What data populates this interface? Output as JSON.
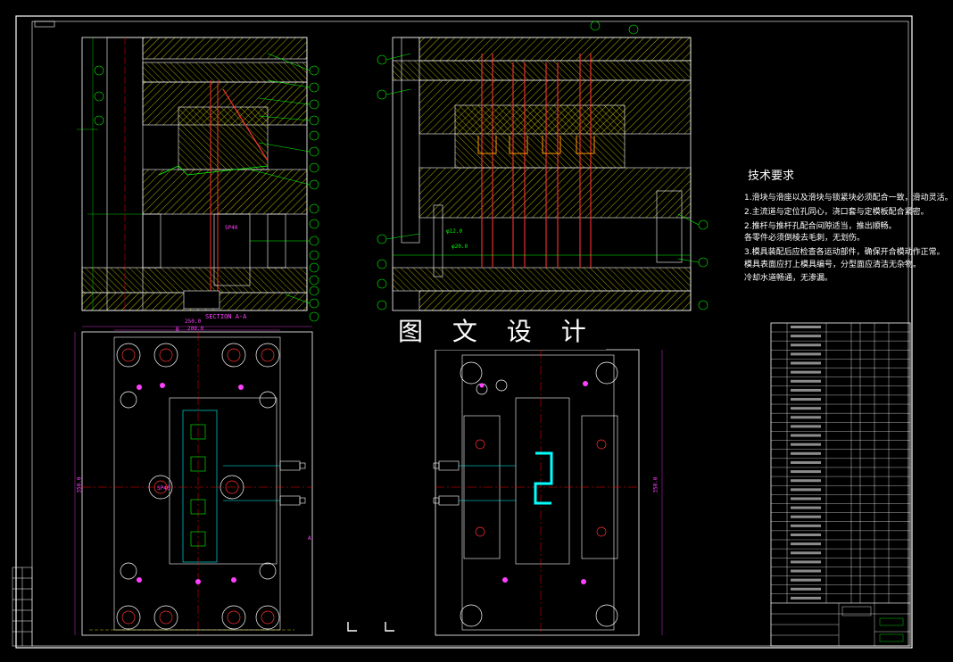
{
  "watermark": "图 文 设 计",
  "tech": {
    "title": "技术要求",
    "lines": [
      "1.滑块与滑座以及滑块与锁紧块必须配合一致，滑动灵活。",
      "2.主流道与定位孔同心，浇口套与定模板配合紧密。",
      "2.推杆与推杆孔配合间隙适当，推出顺畅。",
      "各零件必须倒棱去毛刺，无划伤。",
      "3.模具装配后应检查各运动部件，确保开合模动作正常。",
      "模具表面应打上模具编号，分型面应清洁无杂物。",
      "冷却水道畅通，无渗漏。"
    ]
  },
  "views": {
    "section_label": "SECTION A-A",
    "dims": {
      "top_250": "250.0",
      "top_200": "200.0",
      "side_350": "350.0",
      "side_right_350": "350.0",
      "phi12": "φ12.0",
      "phi20": "φ20.0",
      "sp_a": "SP40",
      "sp_b": "SP40",
      "letter_a": "A",
      "letter_b": "B"
    }
  },
  "colors": {
    "background": "#000000",
    "frame": "#ffffff",
    "hatch": "#ffff00",
    "leader": "#00ff00",
    "pin": "#ff3030",
    "center": "#ff0000",
    "dim": "#ff40ff",
    "cyan": "#00ffff",
    "orange": "#ff9900"
  }
}
